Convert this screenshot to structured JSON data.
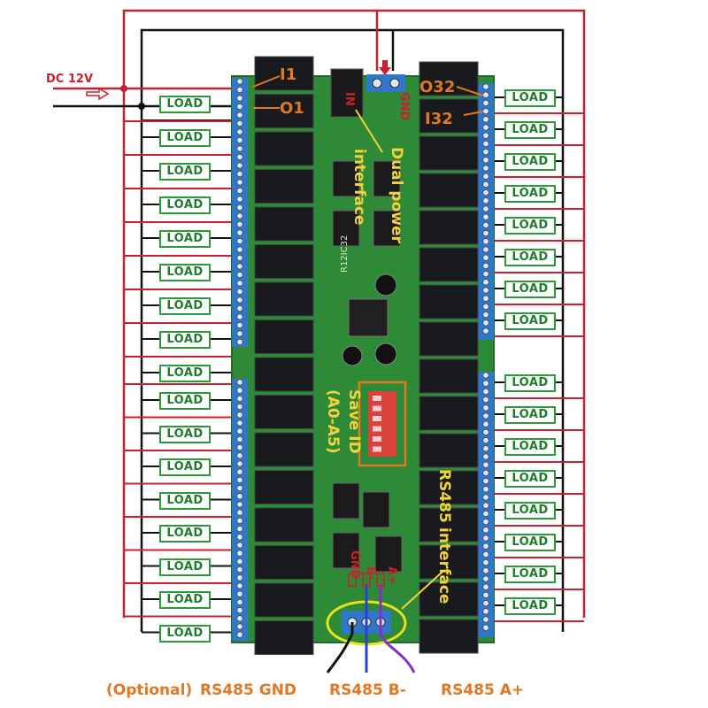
{
  "power": {
    "label": "DC 12V"
  },
  "header_pins": [
    "IN",
    "GND"
  ],
  "relay_terms": {
    "i1": "I1",
    "o1": "O1",
    "o32": "O32",
    "i32": "I32"
  },
  "board": {
    "dual_power_line1": "Dual power",
    "dual_power_line2": "interface",
    "model": "R12IC32",
    "slave_id_line1": "Save ID",
    "slave_id_line2": "(A0-A5)",
    "rs485_line1": "RS485",
    "rs485_line2": "interface",
    "pin_gnd": "GND",
    "pin_b": "B-",
    "pin_a": "A+"
  },
  "loads": {
    "label": "LOAD",
    "left_count": 16,
    "right_count": 16
  },
  "bottom_labels": {
    "optional_prefix": "(Optional)",
    "gnd": "RS485 GND",
    "b": "RS485 B-",
    "a": "RS485 A+"
  },
  "colors": {
    "board": "#2e8a36",
    "terminal": "#2f78c9",
    "relay": "#181a1d",
    "wire_red": "#c8202c",
    "wire_black": "#111111",
    "wire_blue": "#2a3fd9",
    "wire_purple": "#8a2bd0",
    "load_border": "#2d9a3a",
    "label_orange": "#e07824",
    "text_yellow": "#f3d23a"
  }
}
